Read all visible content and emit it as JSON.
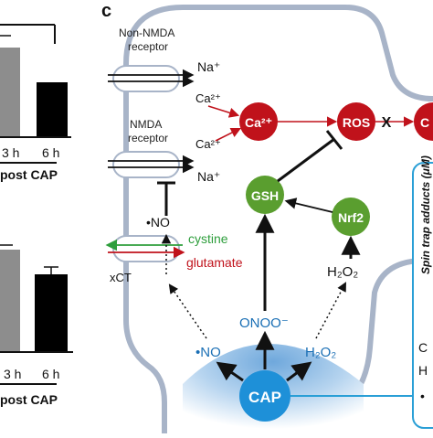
{
  "left_panels": {
    "top": {
      "x_labels": [
        "3 h",
        "6 h"
      ],
      "axis_title": "post CAP",
      "bar_values": [
        0.82,
        0.58
      ]
    },
    "bottom": {
      "x_labels": [
        "3 h",
        "6 h"
      ],
      "axis_title": "post CAP",
      "bar_values": [
        0.83,
        0.6
      ]
    }
  },
  "diagram": {
    "panel_letter": "c",
    "receptors": {
      "non_nmda": [
        "Non-NMDA",
        "receptor"
      ],
      "nmda": [
        "NMDA",
        "receptor"
      ],
      "xct": "xCT"
    },
    "ions": {
      "na_top": "Na⁺",
      "ca_top": "Ca²⁺",
      "ca_mid": "Ca²⁺",
      "na_mid": "Na⁺"
    },
    "nodes": {
      "ca": "Ca²⁺",
      "ros": "ROS",
      "gsh": "GSH",
      "nrf2": "Nrf2",
      "cap": "CAP",
      "partial": "C"
    },
    "labels": {
      "no_inside": "•NO",
      "cystine": "cystine",
      "glutamate": "glutamate",
      "h2o2_inside": "H₂O₂",
      "onoo": "ONOO⁻",
      "no_cap": "•NO",
      "h2o2_cap": "H₂O₂",
      "block_x": "X"
    },
    "side_box": {
      "title": "Spin trap adducts (μM)",
      "row1": "C",
      "row2": "H",
      "row3": "•"
    },
    "colors": {
      "red_node": "#c0121b",
      "green_node": "#5a9e2f",
      "cap_blue": "#1e90d8",
      "membrane": "#a8b4c8",
      "cystine": "#2e9e3c",
      "glutamate": "#c0121b",
      "onoo_text": "#1a6fb5",
      "side_box_border": "#2a9fd6"
    }
  }
}
